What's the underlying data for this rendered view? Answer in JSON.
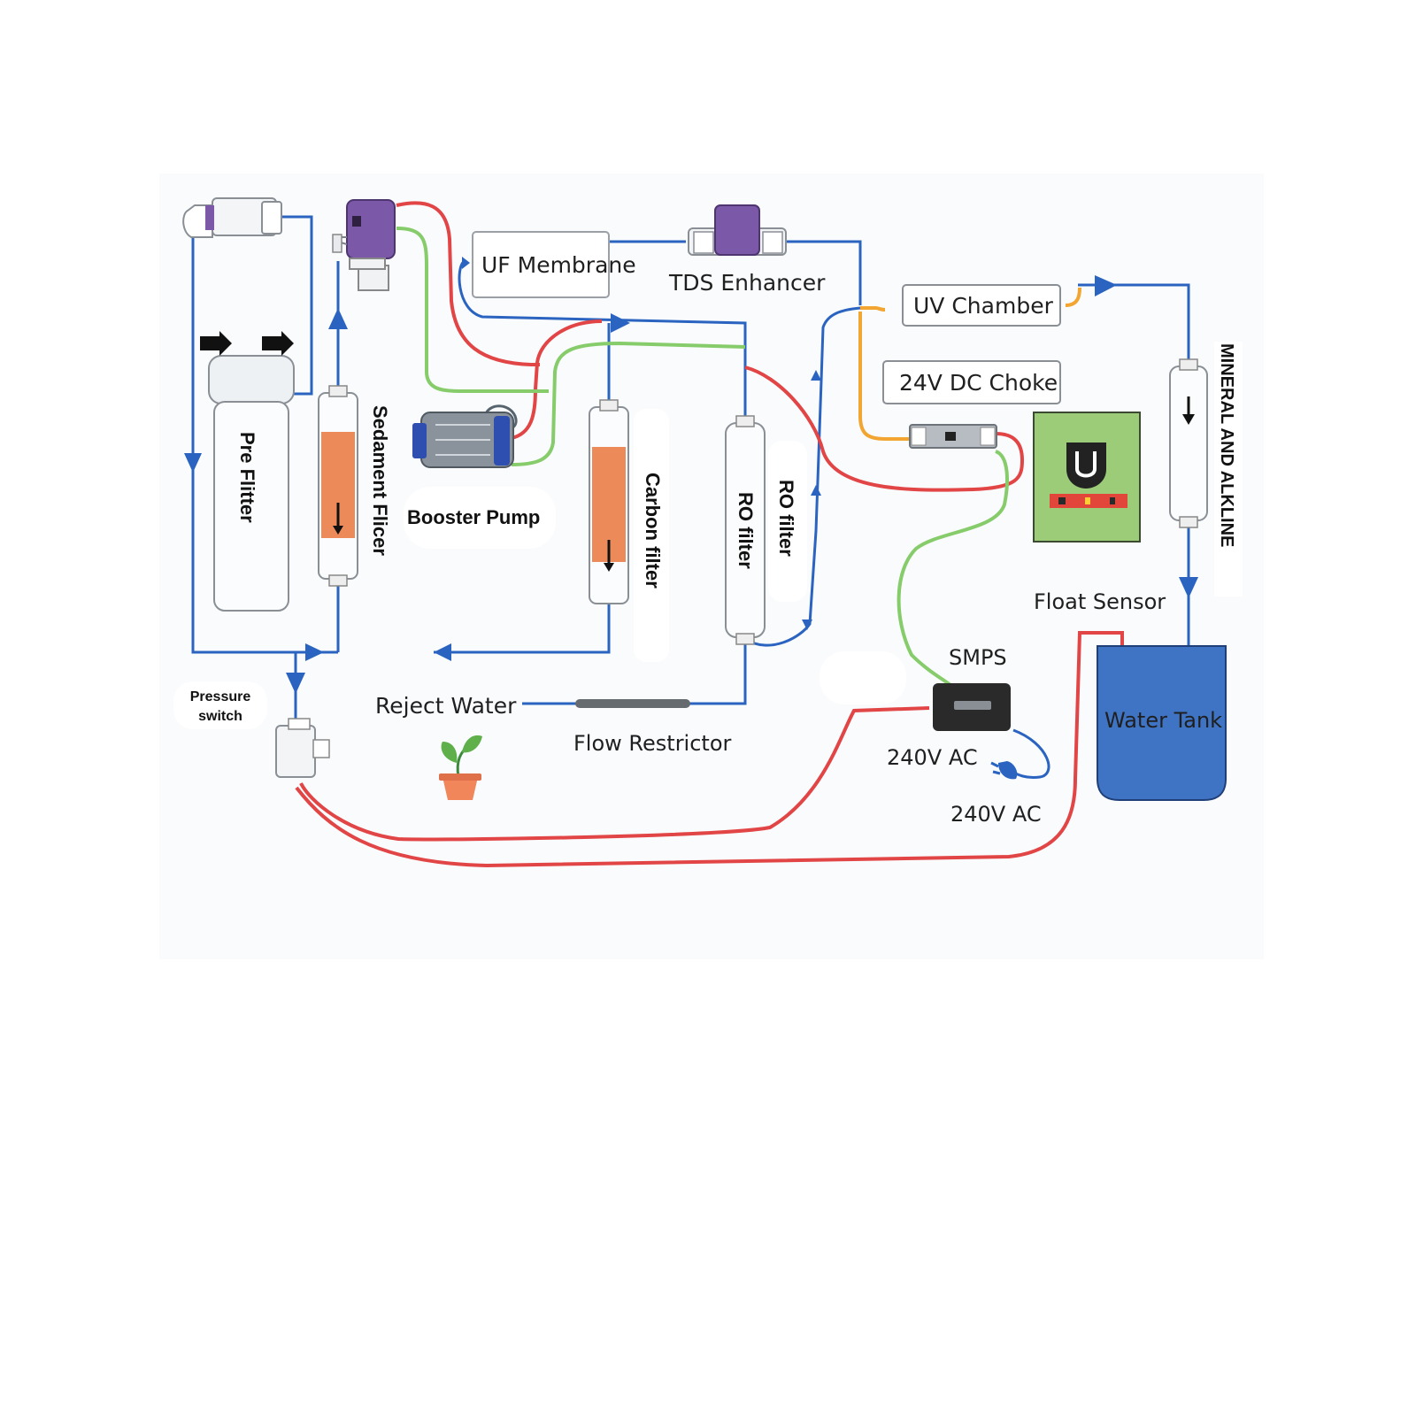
{
  "labels": {
    "pre_filter": "Pre  Flitter",
    "sediment_filter": "Sedament  Flicer",
    "booster_pump": "Booster Pump",
    "carbon_filter": "Carbon filter",
    "ro_filter_1": "RO filter",
    "ro_filter_2": "RO filter",
    "uf_membrane": "UF Membrane",
    "tds_enhancer": "TDS Enhancer",
    "uv_chamber": "UV Chamber",
    "dc_choke": "24V DC Choke",
    "mineral_alkaline": "MINERAL AND ALKLINE",
    "float_sensor": "Float Sensor",
    "smps": "SMPS",
    "ac_1": "240V AC",
    "ac_2": "240V AC",
    "water_tank": "Water Tank",
    "reject_water": "Reject Water",
    "flow_restrictor": "Flow Restrictor",
    "pressure_switch_line1": "Pressure",
    "pressure_switch_line2": "switch"
  },
  "colors": {
    "water_line": "#2a64c0",
    "power_line": "#e24545",
    "signal_line": "#86cc6a",
    "uv_line": "#f2a530",
    "filter_media": "#ec8a5a",
    "panel_green": "#9ccc78",
    "tank_blue": "#3f74c4",
    "valve_purple": "#7b58a8"
  }
}
